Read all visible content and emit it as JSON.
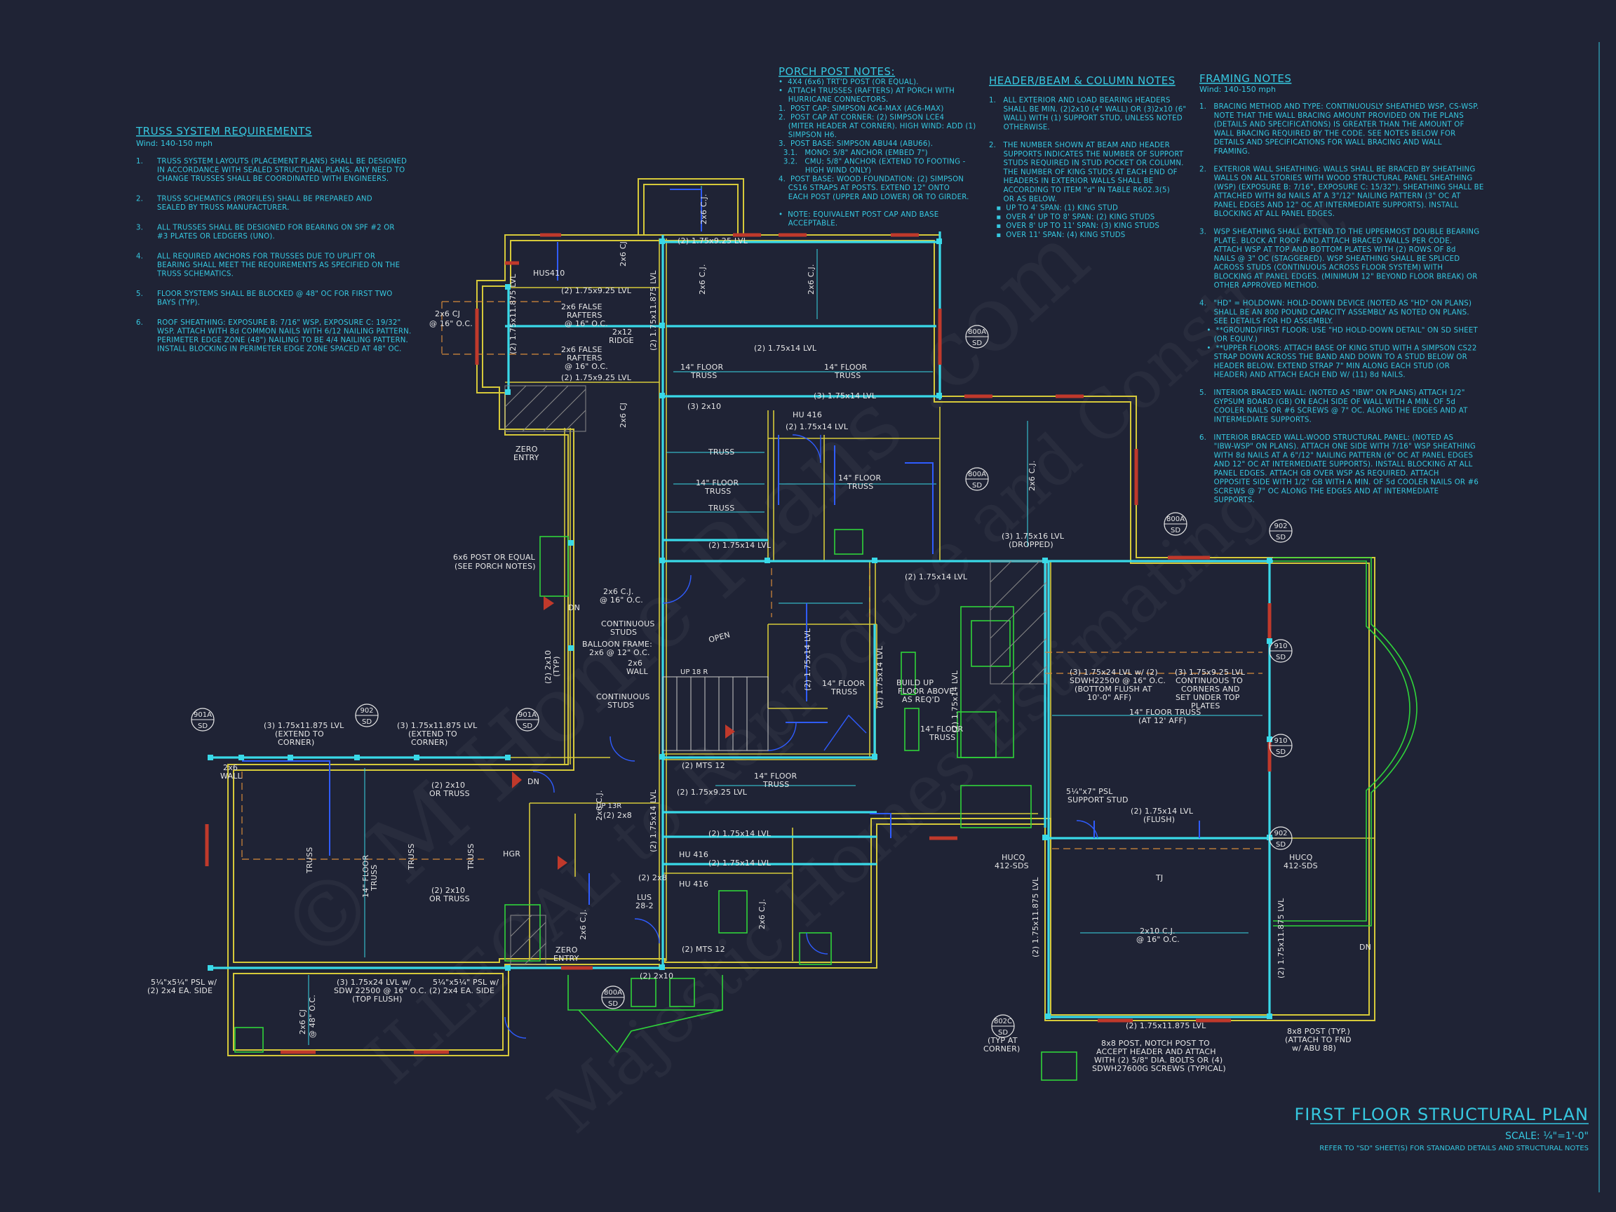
{
  "colors": {
    "background": "#1f2335",
    "wall": "#d6c93a",
    "beam": "#39d9e8",
    "accent_blue": "#2f5cff",
    "fixture": "#2fd43a",
    "window": "#c0392b",
    "text": "#e6e6e6",
    "note": "#36c8e0"
  },
  "watermark": {
    "line1": "© M Home Plans .com",
    "line2": "ILLEGAL to Reproduce and Construct",
    "line3": "Majestic Homes Estimating"
  },
  "notes": {
    "truss": {
      "title": "TRUSS SYSTEM REQUIREMENTS",
      "sub": "Wind: 140-150 mph",
      "items": [
        {
          "n": "1.",
          "lines": [
            "TRUSS SYSTEM LAYOUTS (PLACEMENT PLANS) SHALL BE DESIGNED",
            "IN ACCORDANCE WITH SEALED STRUCTURAL PLANS. ANY NEED TO",
            "CHANGE TRUSSES SHALL BE COORDINATED WITH ENGINEERS."
          ]
        },
        {
          "n": "2.",
          "lines": [
            "TRUSS SCHEMATICS (PROFILES) SHALL BE PREPARED AND",
            "SEALED BY TRUSS MANUFACTURER."
          ]
        },
        {
          "n": "3.",
          "lines": [
            "ALL TRUSSES SHALL BE DESIGNED FOR BEARING ON SPF #2 OR",
            "#3 PLATES OR LEDGERS (UNO)."
          ]
        },
        {
          "n": "4.",
          "lines": [
            "ALL REQUIRED ANCHORS FOR TRUSSES DUE TO UPLIFT OR",
            "BEARING SHALL MEET THE REQUIREMENTS AS SPECIFIED ON THE",
            "TRUSS SCHEMATICS."
          ]
        },
        {
          "n": "5.",
          "lines": [
            "FLOOR SYSTEMS SHALL BE BLOCKED @ 48\" OC FOR FIRST TWO",
            "BAYS (TYP)."
          ]
        },
        {
          "n": "6.",
          "lines": [
            "ROOF SHEATHING: EXPOSURE B: 7/16\" WSP, EXPOSURE C: 19/32\"",
            "WSP. ATTACH WITH 8d COMMON NAILS WITH 6/12 NAILING PATTERN.",
            "PERIMETER EDGE ZONE (48\") NAILING TO BE 4/4 NAILING PATTERN.",
            "INSTALL BLOCKING IN PERIMETER EDGE ZONE SPACED AT 48\" OC."
          ]
        }
      ]
    },
    "porch": {
      "title": "PORCH POST NOTES:",
      "lines": [
        "•  4X4 (6x6) TRT'D POST (OR EQUAL).",
        "•  ATTACH TRUSSES (RAFTERS) AT PORCH WITH",
        "    HURRICANE CONNECTORS.",
        "1.  POST CAP: SIMPSON AC4-MAX (AC6-MAX)",
        "2.  POST CAP AT CORNER: (2) SIMPSON LCE4",
        "    (MITER HEADER AT CORNER). HIGH WIND: ADD (1)",
        "    SIMPSON H6.",
        "3.  POST BASE: SIMPSON ABU44 (ABU66).",
        "  3.1.   MONO: 5/8\" ANCHOR (EMBED 7\")",
        "  3.2.   CMU: 5/8\" ANCHOR (EXTEND TO FOOTING -",
        "           HIGH WIND ONLY)",
        "4.  POST BASE: WOOD FOUNDATION: (2) SIMPSON",
        "    CS16 STRAPS AT POSTS. EXTEND 12\" ONTO",
        "    EACH POST (UPPER AND LOWER) OR TO GIRDER.",
        "",
        "•  NOTE: EQUIVALENT POST CAP AND BASE",
        "    ACCEPTABLE."
      ]
    },
    "header": {
      "title": "HEADER/BEAM & COLUMN NOTES",
      "lines": [
        "1.   ALL EXTERIOR AND LOAD BEARING HEADERS",
        "      SHALL BE MIN. (2)2x10 (4\" WALL) OR (3)2x10 (6\"",
        "      WALL) WITH (1) SUPPORT STUD, UNLESS NOTED",
        "      OTHERWISE.",
        "",
        "2.   THE NUMBER SHOWN AT BEAM AND HEADER",
        "      SUPPORTS INDICATES THE NUMBER OF SUPPORT",
        "      STUDS REQUIRED IN STUD POCKET OR COLUMN.",
        "      THE NUMBER OF KING STUDS AT EACH END OF",
        "      HEADERS IN EXTERIOR WALLS SHALL BE",
        "      ACCORDING TO ITEM \"d\" IN TABLE R602.3(5)",
        "      OR AS BELOW.",
        "   ▪  UP TO 4' SPAN: (1) KING STUD",
        "   ▪  OVER 4' UP TO 8' SPAN: (2) KING STUDS",
        "   ▪  OVER 8' UP TO 11' SPAN: (3) KING STUDS",
        "   ▪  OVER 11' SPAN: (4) KING STUDS"
      ]
    },
    "framing": {
      "title": "FRAMING NOTES",
      "sub": "Wind: 140-150 mph",
      "lines": [
        "1.   BRACING METHOD AND TYPE: CONTINUOUSLY SHEATHED WSP, CS-WSP.",
        "      NOTE THAT THE WALL BRACING AMOUNT PROVIDED ON THE PLANS",
        "      (DETAILS AND SPECIFICATIONS) IS GREATER THAN THE AMOUNT OF",
        "      WALL BRACING REQUIRED BY THE CODE. SEE NOTES BELOW FOR",
        "      DETAILS AND SPECIFICATIONS FOR WALL BRACING AND WALL",
        "      FRAMING.",
        "",
        "2.   EXTERIOR WALL SHEATHING: WALLS SHALL BE BRACED BY SHEATHING",
        "      WALLS ON ALL STORIES WITH WOOD STRUCTURAL PANEL SHEATHING",
        "      (WSP) (EXPOSURE B: 7/16\", EXPOSURE C: 15/32\"). SHEATHING SHALL BE",
        "      ATTACHED WITH 8d NAILS AT A 3\"/12\" NAILING PATTERN (3\" OC AT",
        "      PANEL EDGES AND 12\" OC AT INTERMEDIATE SUPPORTS). INSTALL",
        "      BLOCKING AT ALL PANEL EDGES.",
        "",
        "3.   WSP SHEATHING SHALL EXTEND TO THE UPPERMOST DOUBLE BEARING",
        "      PLATE. BLOCK AT ROOF AND ATTACH BRACED WALLS PER CODE.",
        "      ATTACH WSP AT TOP AND BOTTOM PLATES WITH (2) ROWS OF 8d",
        "      NAILS @ 3\" OC (STAGGERED). WSP SHEATHING SHALL BE SPLICED",
        "      ACROSS STUDS (CONTINUOUS ACROSS FLOOR SYSTEM) WITH",
        "      BLOCKING AT PANEL EDGES. (MINIMUM 12\" BEYOND FLOOR BREAK) OR",
        "      OTHER APPROVED METHOD.",
        "",
        "4.   \"HD\" = HOLDOWN: HOLD-DOWN DEVICE (NOTED AS \"HD\" ON PLANS)",
        "      SHALL BE AN 800 POUND CAPACITY ASSEMBLY AS NOTED ON PLANS.",
        "      SEE DETAILS FOR HD ASSEMBLY.",
        "   •  **GROUND/FIRST FLOOR: USE \"HD HOLD-DOWN DETAIL\" ON SD SHEET",
        "      (OR EQUIV.)",
        "   •  **UPPER FLOORS: ATTACH BASE OF KING STUD WITH A SIMPSON CS22",
        "      STRAP DOWN ACROSS THE BAND AND DOWN TO A STUD BELOW OR",
        "      HEADER BELOW. EXTEND STRAP 7\" MIN ALONG EACH STUD (OR",
        "      HEADER) AND ATTACH EACH END W/ (11) 8d NAILS.",
        "",
        "5.   INTERIOR BRACED WALL: (NOTED AS \"IBW\" ON PLANS) ATTACH 1/2\"",
        "      GYPSUM BOARD (GB) ON EACH SIDE OF WALL WITH A MIN. OF 5d",
        "      COOLER NAILS OR #6 SCREWS @ 7\" OC. ALONG THE EDGES AND AT",
        "      INTERMEDIATE SUPPORTS.",
        "",
        "6.   INTERIOR BRACED WALL-WOOD STRUCTURAL PANEL: (NOTED AS",
        "      \"IBW-WSP\" ON PLANS). ATTACH ONE SIDE WITH 7/16\" WSP SHEATHING",
        "      WITH 8d NAILS AT A 6\"/12\" NAILING PATTERN (6\" OC AT PANEL EDGES",
        "      AND 12\" OC AT INTERMEDIATE SUPPORTS). INSTALL BLOCKING AT ALL",
        "      PANEL EDGES. ATTACH GB OVER WSP AS REQUIRED. ATTACH",
        "      OPPOSITE SIDE WITH 1/2\" GB WITH A MIN. OF 5d COOLER NAILS OR #6",
        "      SCREWS @ 7\" OC ALONG THE EDGES AND AT INTERMEDIATE",
        "      SUPPORTS."
      ]
    }
  },
  "plan_labels": {
    "hu_top": "HUS410",
    "cj_left": "2x6 CJ",
    "cj_left_oc": "@ 16\" O.C.",
    "lvl_top1": "(2) 1.75x9.25 LVL",
    "lvl_top2": "(2) 1.75x9.25 LVL",
    "false_rafters1": "2x6 FALSE",
    "false_rafters1b": "RAFTERS",
    "false_rafters1c": "@ 16\" O.C.",
    "ridge": "2x12",
    "ridge_b": "RIDGE",
    "false_rafters2": "2x6 FALSE",
    "false_rafters2b": "RAFTERS",
    "false_rafters2c": "@ 16\" O.C.",
    "lvl_side": "(2) 1.75x11.875 LVL",
    "lvl_mid": "(2) 1.75x14 LVL",
    "floor_truss_a": "14\" FLOOR",
    "floor_truss_ab": "TRUSS",
    "floor_truss_b": "14\" FLOOR",
    "floor_truss_bb": "TRUSS",
    "lvl_mid2": "(3) 1.75x14 LVL",
    "x2_10": "(3) 2x10",
    "hu416": "HU 416",
    "lvl_small": "(2) 1.75x14 LVL",
    "truss1": "TRUSS",
    "truss_mid": "14\" FLOOR",
    "truss_midb": "TRUSS",
    "truss2": "TRUSS",
    "truss_c": "14\" FLOOR",
    "truss_cb": "TRUSS",
    "zero_entry": "ZERO",
    "zero_entry_b": "ENTRY",
    "post_note": "6x6 POST OR EQUAL",
    "post_note_b": "(SEE PORCH NOTES)",
    "lvl_band": "(2) 1.75x14 LVL",
    "lvl_band2": "(2) 1.75x14 LVL",
    "lvl_dropped": "(3) 1.75x16 LVL",
    "lvl_dropped_b": "(DROPPED)",
    "dn1": "DN",
    "cj_center": "2x6 C.J.",
    "cj_center_oc": "@ 16\" O.C.",
    "cont_studs": "CONTINUOUS",
    "cont_studs_b": "STUDS",
    "balloon": "BALLOON FRAME:",
    "balloon_b": "2x6 @ 12\" O.C.",
    "wall_2x6": "2x6",
    "wall_2x6b": "WALL",
    "open": "OPEN",
    "up18": "UP 18 R",
    "cont_studs2": "CONTINUOUS",
    "cont_studs2b": "STUDS",
    "x2_10typ": "(2) 2x10",
    "x2_10typb": "(TYP)",
    "truss_14a": "14\" FLOOR",
    "truss_14ab": "TRUSS",
    "truss_14b": "14\" FLOOR",
    "truss_14bb": "TRUSS",
    "lvl_v1": "(2) 1.75x14 LVL",
    "build_up": "BUILD UP",
    "build_up_b": "FLOOR ABOVE",
    "build_up_c": "AS REQ'D",
    "truss_14c": "14\" FLOOR",
    "truss_14cb": "TRUSS",
    "lvl_great": "(3) 1.75x24 LVL w/ (2)",
    "lvl_great_b": "SDWH22500 @ 16\" O.C.",
    "lvl_great_c": "(BOTTOM FLUSH AT",
    "lvl_great_d": "10'-0\" AFF)",
    "lvl_cont": "(3) 1.75x9.25 LVL",
    "lvl_cont_b": "CONTINUOUS TO",
    "lvl_cont_c": "CORNERS AND",
    "lvl_cont_d": "SET UNDER TOP",
    "lvl_cont_e": "PLATES",
    "truss_12": "14\" FLOOR TRUSS",
    "truss_12b": "(AT 12' AFF)",
    "mts_1": "(2) MTS 12",
    "truss_d": "14\" FLOOR",
    "truss_db": "TRUSS",
    "lvl_925": "(2) 1.75x9.25 LVL",
    "lvl_14a": "(2) 1.75x14 LVL",
    "lvl_14b": "(2) 1.75x14 LVL",
    "hu416a": "HU 416",
    "hu416b": "HU 416",
    "x2_8a": "(2) 2x8",
    "x2_8b": "(2) 2x8",
    "lus": "LUS",
    "lus_b": "28-2",
    "mts_2": "(2) MTS 12",
    "x2_10b": "(2) 2x10",
    "psl_support": "5¼\"x7\" PSL",
    "psl_support_b": "SUPPORT STUD",
    "lvl_flush": "(2) 1.75x14 LVL",
    "lvl_flush_b": "(FLUSH)",
    "hucq_l": "HUCQ",
    "hucq_lb": "412-SDS",
    "hucq_r": "HUCQ",
    "hucq_rb": "412-SDS",
    "tj": "TJ",
    "cj_garage": "2x10 C.J.",
    "cj_garage_oc": "@ 16\" O.C.",
    "lvl_garage_l": "(2) 1.75x11.875 LVL",
    "lvl_garage_r": "(2) 1.75x11.875 LVL",
    "lvl_garage_b": "(2) 1.75x11.875 LVL",
    "post_8x8": "8x8 POST (TYP.)",
    "post_8x8b": "(ATTACH TO FND",
    "post_8x8c": "w/ ABU 88)",
    "post_notch": "8x8 POST, NOTCH POST TO",
    "post_notch_b": "ACCEPT HEADER AND ATTACH",
    "post_notch_c": "WITH (2) 5/8\" DIA. BOLTS OR (4)",
    "post_notch_d": "SDWH27600G SCREWS (TYPICAL)",
    "typ_corner": "(TYP AT",
    "typ_corner_b": "CORNER)",
    "porch_lvl1": "(3) 1.75x11.875 LVL",
    "porch_lvl1b": "(EXTEND TO",
    "porch_lvl1c": "CORNER)",
    "porch_lvl2": "(3) 1.75x11.875 LVL",
    "porch_lvl2b": "(EXTEND TO",
    "porch_lvl2c": "CORNER)",
    "wall_2x6p": "2x6",
    "wall_2x6pb": "WALL",
    "truss_p1": "TRUSS",
    "truss_p2": "14\" FLOOR",
    "truss_p2b": "TRUSS",
    "truss_p3": "TRUSS",
    "truss_p4": "TRUSS",
    "x2_10c": "(2) 2x10",
    "x2_10cb": "OR TRUSS",
    "x2_10d": "(2) 2x10",
    "x2_10db": "OR TRUSS",
    "hgr": "HGR",
    "psl_left": "5¼\"x5¼\" PSL w/",
    "psl_left_b": "(2) 2x4 EA. SIDE",
    "lvl_porch": "(3) 1.75x24 LVL w/",
    "lvl_porch_b": "SDW 22500 @ 16\" O.C.",
    "lvl_porch_c": "(TOP FLUSH)",
    "psl_mid": "5¼\"x5¼\" PSL w/",
    "psl_mid_b": "(2) 2x4 EA. SIDE",
    "cj_porch": "2x6 CJ",
    "cj_porch_oc": "@ 48\" O.C.",
    "zero2": "ZERO",
    "zero2b": "ENTRY",
    "x2_10e": "(2) 2x10",
    "dn2": "DN",
    "dn3": "DN",
    "up_small": "UP 13R"
  },
  "callouts": [
    {
      "top": "800A",
      "bot": "SD"
    },
    {
      "top": "800A",
      "bot": "SD"
    },
    {
      "top": "800A",
      "bot": "SD"
    },
    {
      "top": "902",
      "bot": "SD"
    },
    {
      "top": "910",
      "bot": "SD"
    },
    {
      "top": "910",
      "bot": "SD"
    },
    {
      "top": "902",
      "bot": "SD"
    },
    {
      "top": "901A",
      "bot": "SD"
    },
    {
      "top": "902",
      "bot": "SD"
    },
    {
      "top": "901A",
      "bot": "SD"
    },
    {
      "top": "800A",
      "bot": "SD"
    },
    {
      "top": "802C",
      "bot": "SD"
    }
  ],
  "title_block": {
    "title": "FIRST FLOOR STRUCTURAL PLAN",
    "scale": "SCALE: ¼\"=1'-0\"",
    "ref": "REFER TO \"SD\" SHEET(S) FOR STANDARD DETAILS AND STRUCTURAL NOTES"
  }
}
